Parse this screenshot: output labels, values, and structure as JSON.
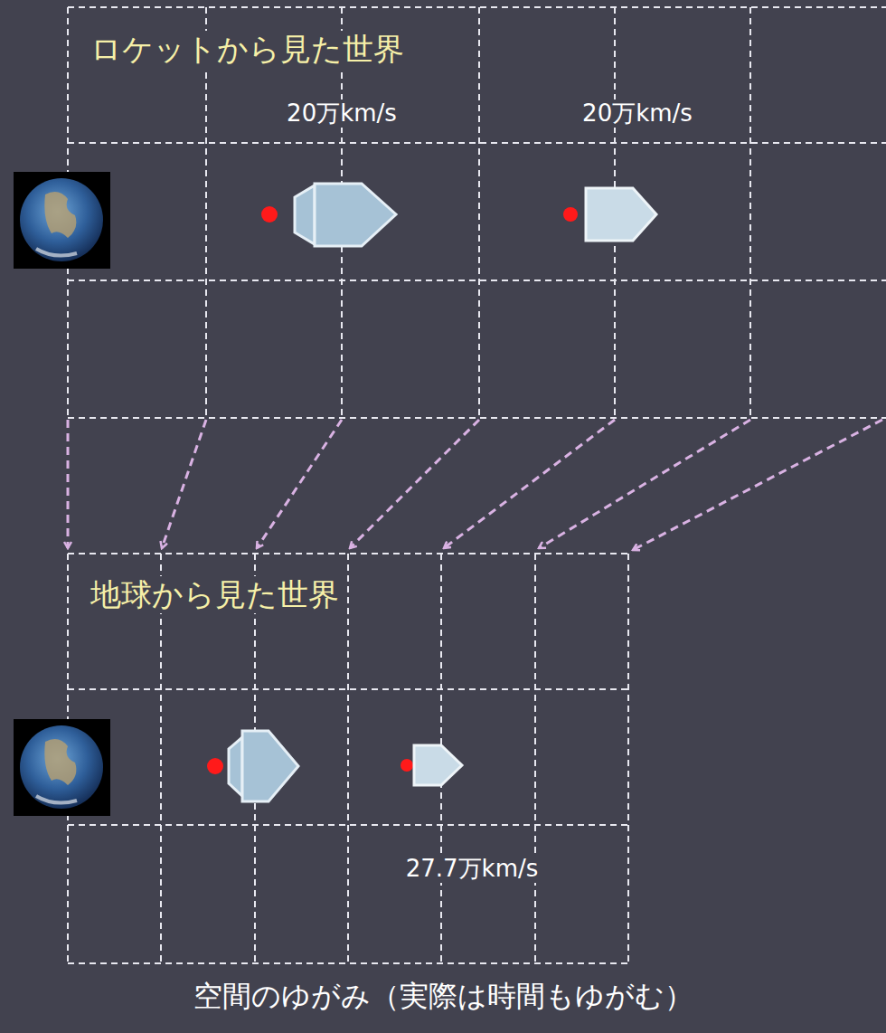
{
  "diagram": {
    "caption": "空間のゆがみ（実際は時間もゆがむ）",
    "labels": [
      "ロケットから見た世界",
      "20万km/s",
      "20万km/s",
      "地球から見た世界",
      "27.7万km/s"
    ]
  }
}
